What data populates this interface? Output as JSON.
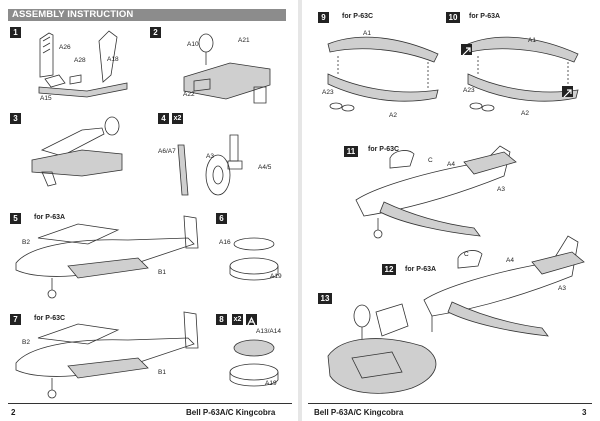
{
  "header": {
    "title": "ASSEMBLY INSTRUCTION"
  },
  "left_page": {
    "page_number": "2",
    "footer_title": "Bell P-63A/C Kingcobra",
    "steps": [
      {
        "number": "1",
        "labels": [
          "A26",
          "A28",
          "A18",
          "A15"
        ]
      },
      {
        "number": "2",
        "labels": [
          "A10",
          "A21",
          "A22"
        ]
      },
      {
        "number": "3",
        "labels": []
      },
      {
        "number": "4",
        "multiplier": "x2",
        "labels": [
          "A6/A7",
          "A3",
          "A4/5"
        ]
      },
      {
        "number": "5",
        "version": "for P-63A",
        "labels": [
          "B2",
          "B1"
        ]
      },
      {
        "number": "6",
        "labels": [
          "A16",
          "A19"
        ]
      },
      {
        "number": "7",
        "version": "for P-63C",
        "labels": [
          "B2",
          "B1"
        ]
      },
      {
        "number": "8",
        "multiplier": "x2",
        "labels": [
          "A13/A14",
          "A19"
        ]
      }
    ]
  },
  "right_page": {
    "page_number": "3",
    "footer_title": "Bell P-63A/C Kingcobra",
    "steps": [
      {
        "number": "9",
        "version": "for P-63C",
        "labels": [
          "A1",
          "A23",
          "A2"
        ]
      },
      {
        "number": "10",
        "version": "for P-63A",
        "labels": [
          "A1",
          "A23",
          "A2"
        ]
      },
      {
        "number": "11",
        "version": "for P-63C",
        "labels": [
          "C",
          "A4",
          "A3"
        ]
      },
      {
        "number": "12",
        "version": "for P-63A",
        "labels": [
          "C",
          "A4",
          "A3"
        ]
      },
      {
        "number": "13",
        "labels": []
      }
    ]
  }
}
